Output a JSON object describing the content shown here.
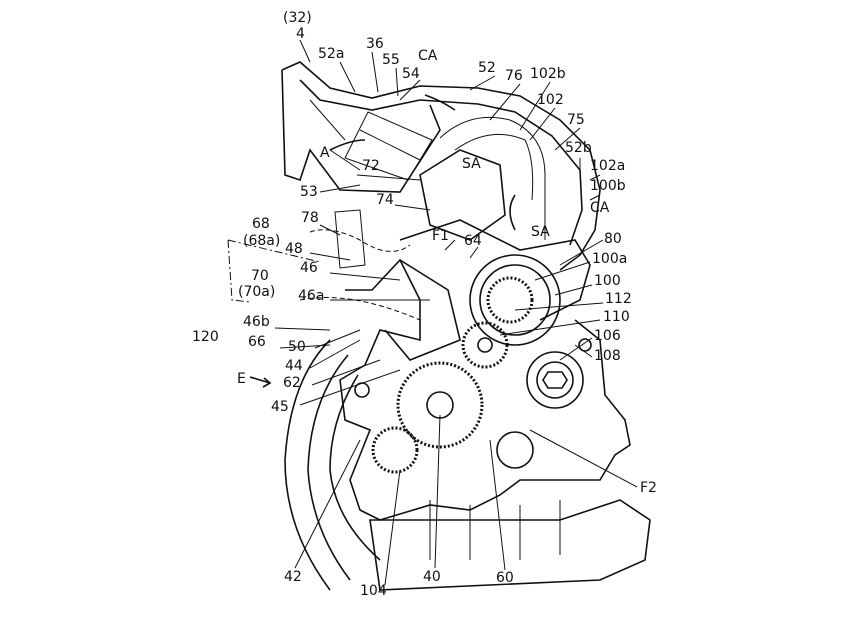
{
  "figure": {
    "labels": [
      "(32)",
      "4",
      "52a",
      "36",
      "55",
      "CA",
      "54",
      "52",
      "76",
      "102b",
      "102",
      "75",
      "52b",
      "102a",
      "100b",
      "A",
      "SA",
      "CA",
      "SA",
      "72",
      "53",
      "74",
      "78",
      "68",
      "(68a)",
      "48",
      "F1",
      "64",
      "80",
      "100a",
      "46",
      "70",
      "(70a)",
      "46a",
      "100",
      "112",
      "110",
      "106",
      "108",
      "46b",
      "120",
      "66",
      "50",
      "44",
      "62",
      "E",
      "45",
      "F2",
      "42",
      "104",
      "40",
      "60"
    ]
  }
}
